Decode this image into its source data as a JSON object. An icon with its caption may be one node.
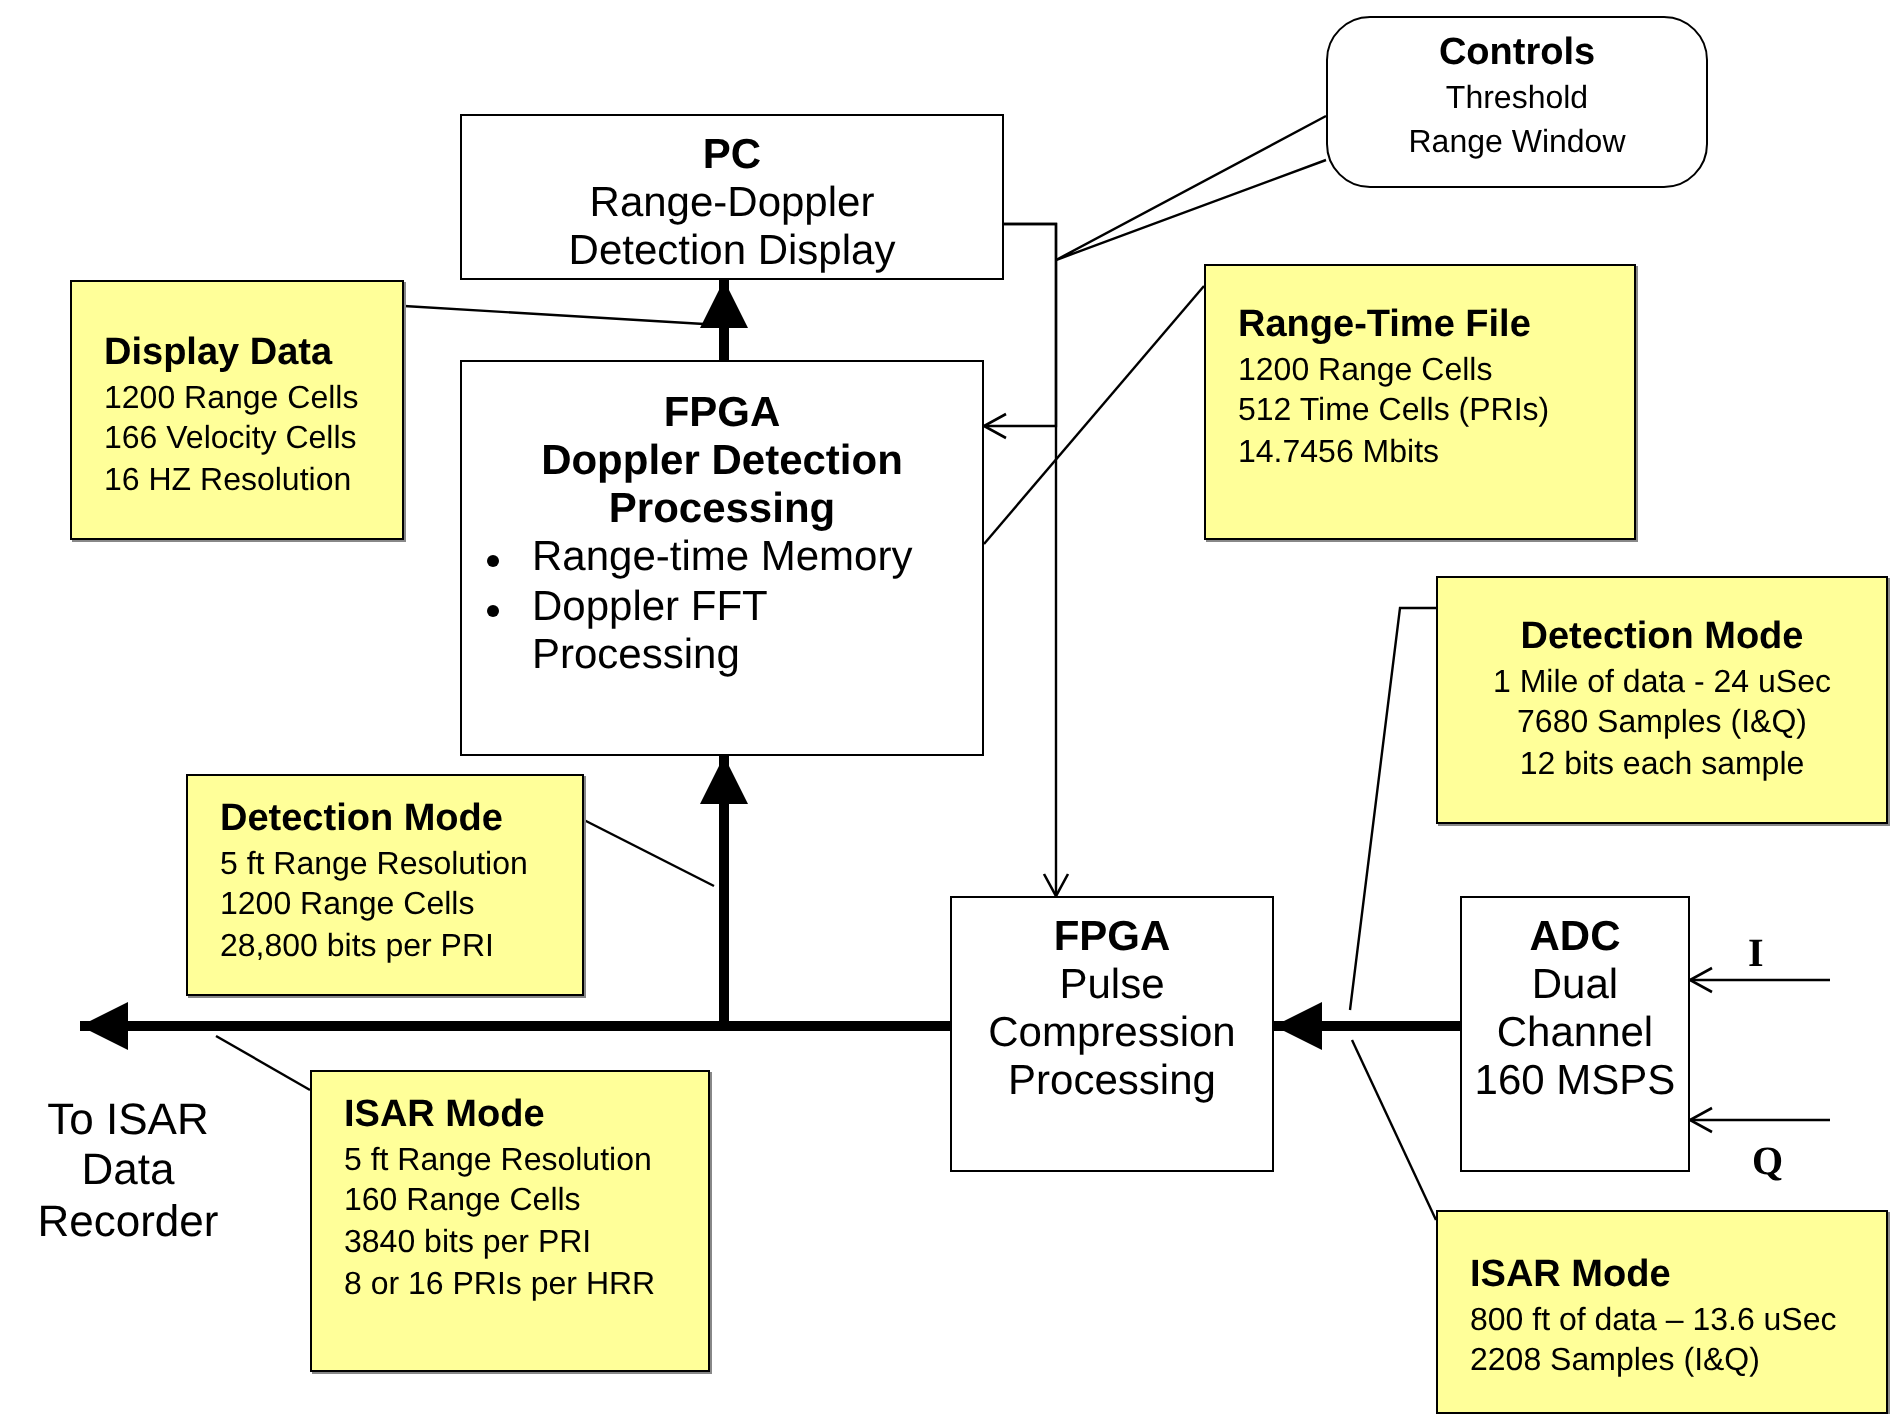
{
  "diagram": {
    "nodes": [
      {
        "text": [
          "PC",
          "Range-Doppler Detection Display"
        ]
      },
      {
        "text": [
          "Controls",
          "Threshold",
          "Range Window"
        ]
      },
      {
        "text": [
          "Display Data",
          "1200 Range Cells",
          "166 Velocity Cells",
          "16 HZ Resolution"
        ]
      },
      {
        "text": [
          "FPGA",
          "Doppler Detection Processing",
          "Range-time Memory",
          "Doppler FFT Processing"
        ]
      },
      {
        "text": [
          "Range-Time File",
          "1200 Range Cells",
          "512 Time Cells (PRIs)",
          "14.7456 Mbits"
        ]
      },
      {
        "text": [
          "Detection Mode",
          "5 ft Range Resolution",
          "1200 Range Cells",
          "28,800 bits per PRI"
        ]
      },
      {
        "text": [
          "FPGA",
          "Pulse Compression Processing"
        ]
      },
      {
        "text": [
          "Detection Mode",
          "1 Mile of data - 24 uSec",
          "7680 Samples (I&Q)",
          "12 bits each sample"
        ]
      },
      {
        "text": [
          "ADC",
          "Dual Channel",
          "160 MSPS"
        ]
      },
      {
        "text": [
          "ISAR Mode",
          "5 ft Range Resolution",
          "160 Range Cells",
          "3840 bits per PRI",
          "8 or 16 PRIs per HRR"
        ]
      },
      {
        "text": [
          "ISAR Mode",
          "800 ft of data – 13.6 uSec",
          "2208 Samples (I&Q)"
        ]
      },
      {
        "text": [
          "To ISAR Data Recorder"
        ]
      }
    ],
    "edges": [
      {
        "from": 3,
        "to": 0,
        "arrow": "to",
        "style": "thick"
      },
      {
        "from": 6,
        "to": 3,
        "arrow": "to",
        "style": "thick"
      },
      {
        "from": 6,
        "to": 11,
        "arrow": "to",
        "style": "thick"
      },
      {
        "from": 8,
        "to": 6,
        "arrow": "to",
        "style": "thick"
      },
      {
        "from": null,
        "to": 8,
        "arrow": "to"
      },
      {
        "from": null,
        "to": 8,
        "arrow": "to"
      },
      {
        "from": 0,
        "to": 6,
        "arrow": "to"
      },
      {
        "from": 0,
        "to": 3,
        "arrow": "to"
      },
      {
        "from": 1,
        "to": null,
        "arrow": "none"
      },
      {
        "from": 2,
        "to": null,
        "arrow": "none"
      },
      {
        "from": 4,
        "to": 3,
        "arrow": "none"
      },
      {
        "from": 5,
        "to": null,
        "arrow": "none"
      },
      {
        "from": 7,
        "to": null,
        "arrow": "none"
      },
      {
        "from": 9,
        "to": null,
        "arrow": "none"
      },
      {
        "from": 10,
        "to": null,
        "arrow": "none"
      }
    ],
    "labels": [
      "I",
      "Q"
    ]
  }
}
